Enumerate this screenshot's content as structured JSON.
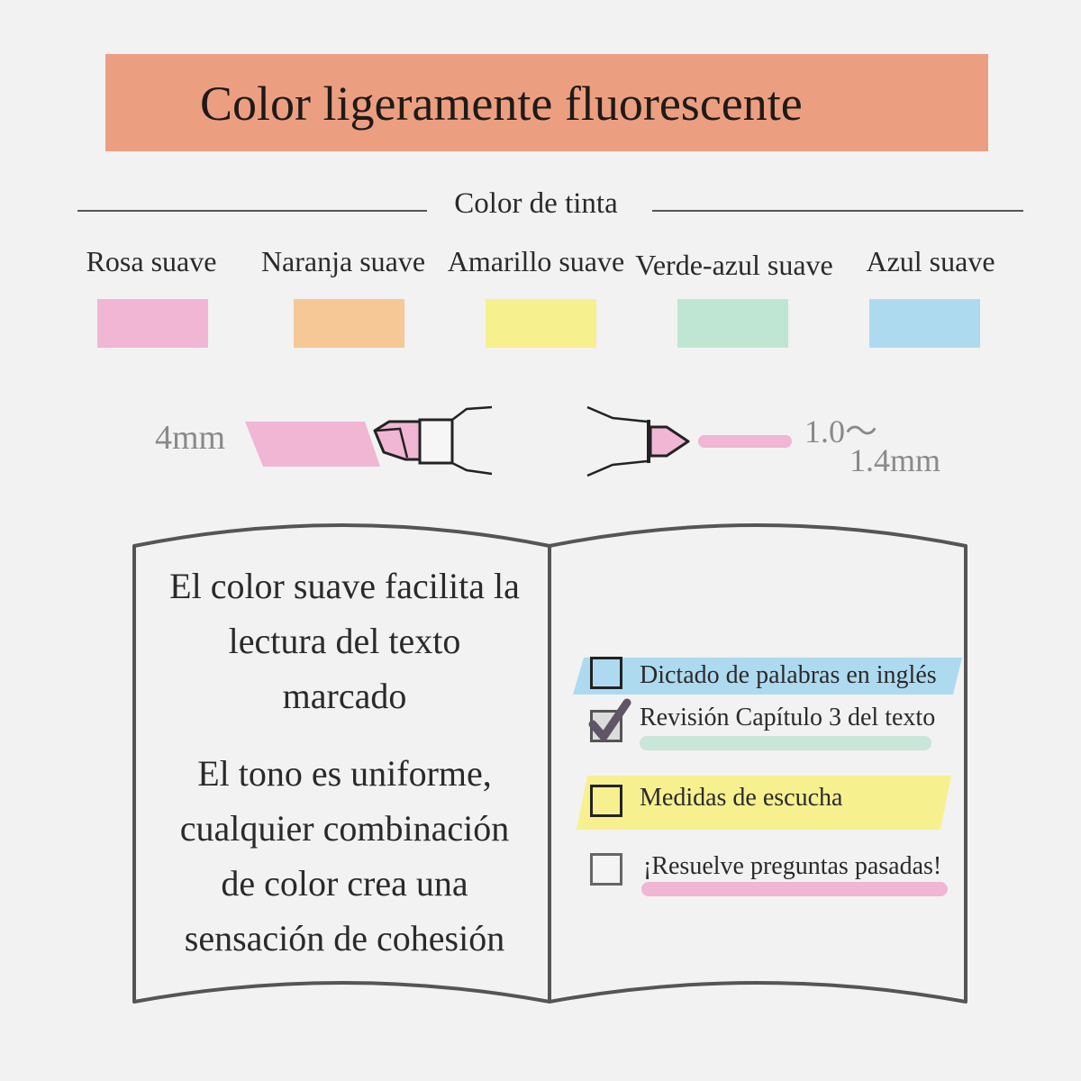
{
  "banner": {
    "title": "Color ligeramente fluorescente",
    "color": "#ec9f80"
  },
  "ink_section": {
    "title": "Color de tinta",
    "swatches": [
      {
        "label": "Rosa suave",
        "color": "#f0b6d4"
      },
      {
        "label": "Naranja suave",
        "color": "#f6c896"
      },
      {
        "label": "Amarillo suave",
        "color": "#f7f08f"
      },
      {
        "label": "Verde-azul suave",
        "color": "#bfe6d2"
      },
      {
        "label": "Azul suave",
        "color": "#aedaf0"
      }
    ]
  },
  "tips": {
    "broad_label": "4mm",
    "fine_label_line1": "1.0～",
    "fine_label_line2": "1.4mm"
  },
  "book": {
    "left_page": {
      "paragraph1": [
        "El color suave facilita la",
        "lectura del texto",
        "marcado"
      ],
      "paragraph2": [
        "El tono es uniforme,",
        "cualquier combinación",
        "de color crea una",
        "sensación de cohesión"
      ]
    },
    "tasks": [
      {
        "text": "Dictado de palabras en inglés",
        "checked": false,
        "box_color": "#aedaf0",
        "highlight_color": "#aedaf0"
      },
      {
        "text": "Revisión Capítulo 3 del texto",
        "checked": true,
        "box_color": "#dcdcdc",
        "highlight_color": "#c9e6d8"
      },
      {
        "text": "Medidas de escucha",
        "checked": false,
        "box_color": "#f7f08f",
        "highlight_color": "#f7f08f"
      },
      {
        "text": "¡Resuelve preguntas pasadas!",
        "checked": false,
        "box_color": "#f4f4f4",
        "highlight_color": "#f0b6d4"
      }
    ]
  }
}
